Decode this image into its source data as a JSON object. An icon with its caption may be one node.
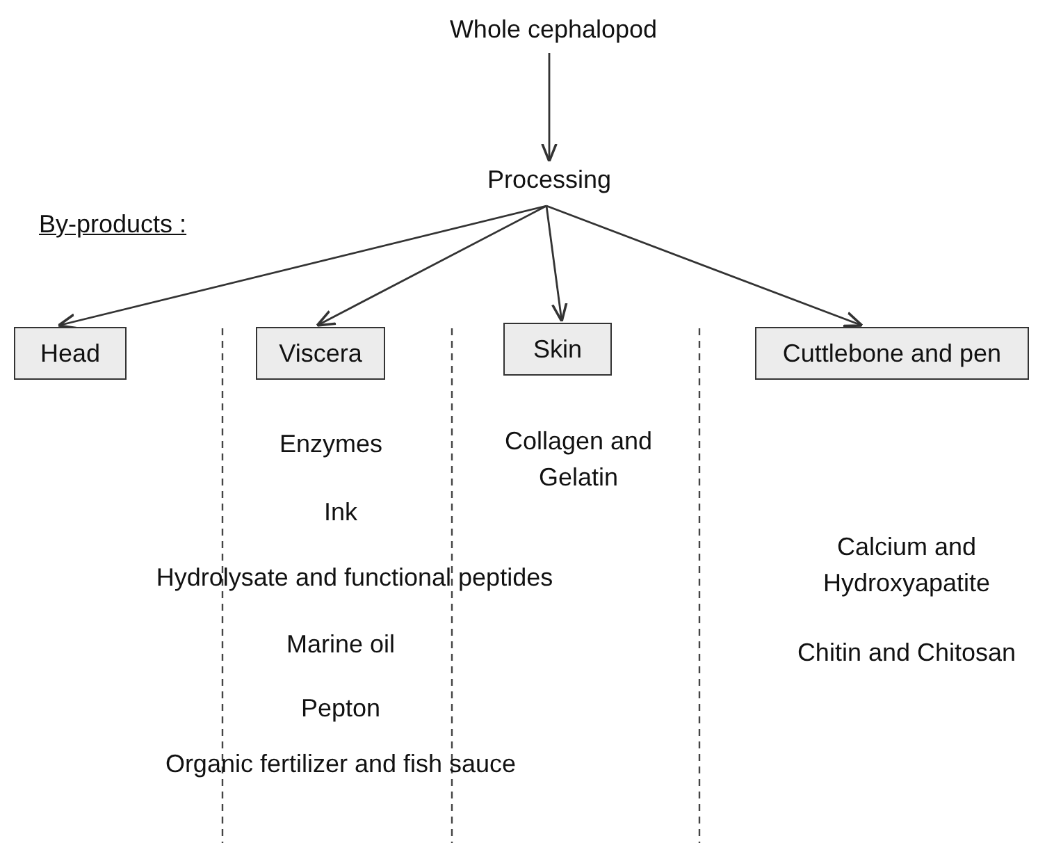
{
  "diagram": {
    "nodes": [
      {
        "text": [
          "Whole cephalopod"
        ]
      },
      {
        "text": [
          "Processing"
        ]
      },
      {
        "text": [
          "Head"
        ]
      },
      {
        "text": [
          "Viscera"
        ]
      },
      {
        "text": [
          "Skin"
        ]
      },
      {
        "text": [
          "Cuttlebone and pen"
        ]
      }
    ],
    "edges": [
      {
        "from": 0,
        "to": 1,
        "arrow": "to"
      },
      {
        "from": 1,
        "to": 2,
        "arrow": "to"
      },
      {
        "from": 1,
        "to": 3,
        "arrow": "to"
      },
      {
        "from": 1,
        "to": 4,
        "arrow": "to"
      },
      {
        "from": 1,
        "to": 5,
        "arrow": "to"
      }
    ],
    "labels": [
      "By-products :",
      "Enzymes",
      "Collagen and Gelatin",
      "Ink",
      "Calcium and Hydroxyapatite",
      "Hydrolysate and functional peptides",
      "Chitin and Chitosan",
      "Marine oil",
      "Pepton",
      "Organic fertilizer and fish sauce"
    ]
  }
}
